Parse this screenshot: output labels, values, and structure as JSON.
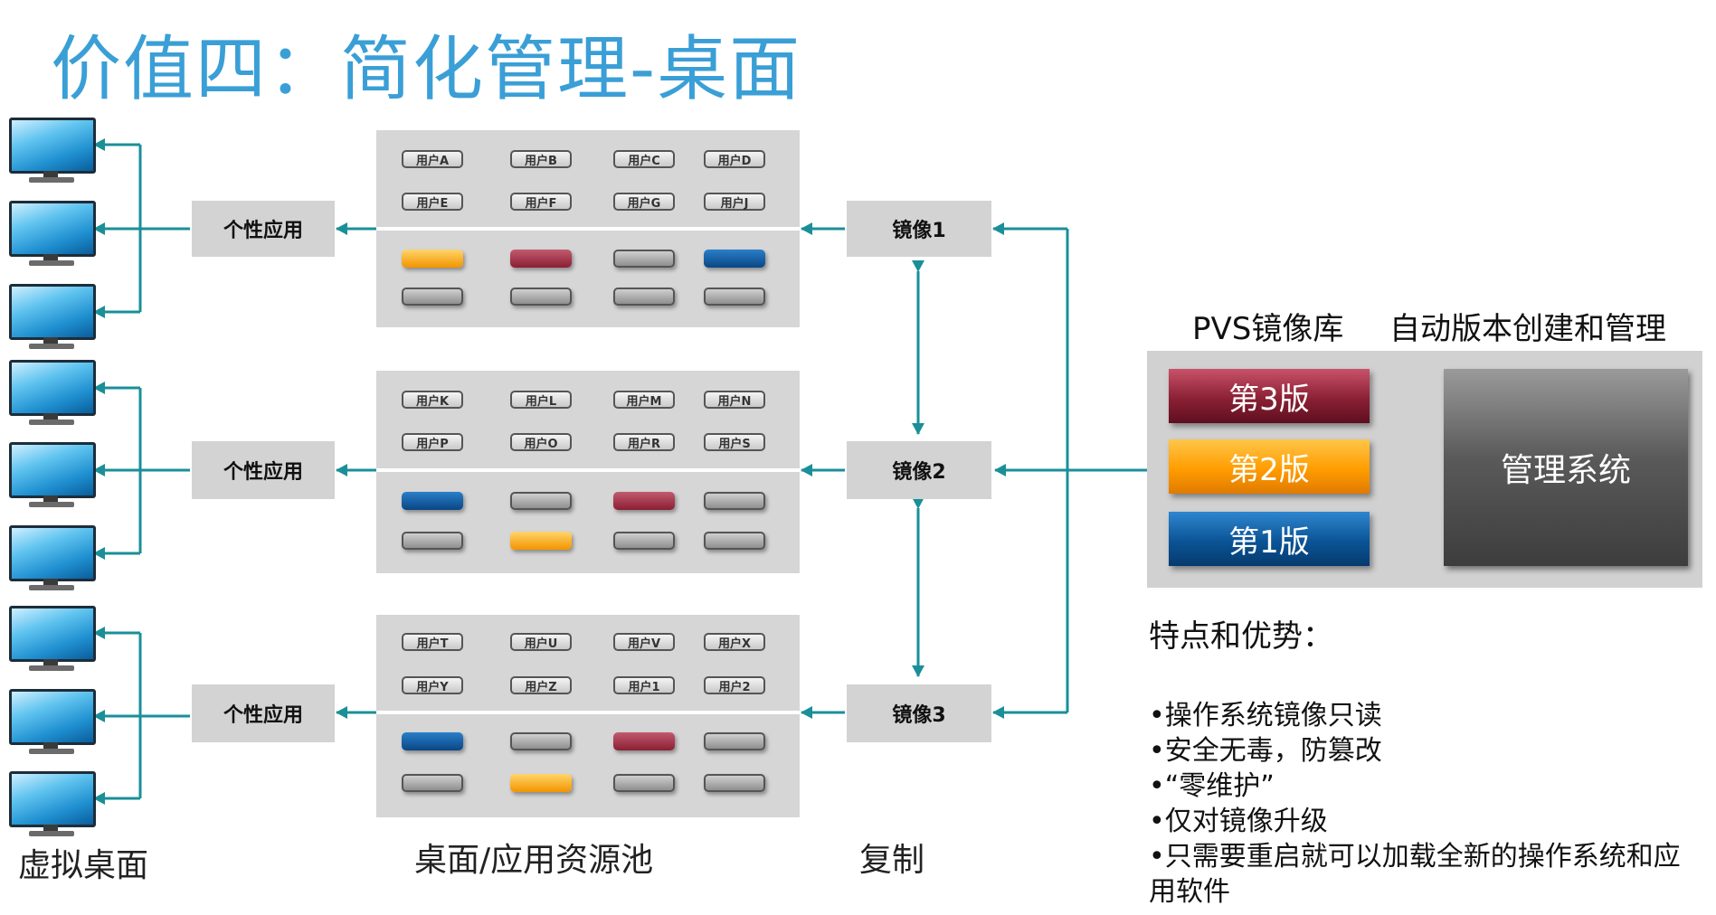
{
  "title": "价值四：简化管理-桌面",
  "captions": {
    "virtual_desktop": "虚拟桌面",
    "resource_pool": "桌面/应用资源池",
    "replicate": "复制"
  },
  "personal_app_label": "个性应用",
  "images": [
    "镜像1",
    "镜像2",
    "镜像3"
  ],
  "pools": [
    {
      "users": [
        "用户A",
        "用户B",
        "用户C",
        "用户D",
        "用户E",
        "用户F",
        "用户G",
        "用户J"
      ],
      "pills": [
        "orange",
        "red",
        "gray",
        "blue",
        "gray",
        "gray",
        "gray",
        "gray"
      ]
    },
    {
      "users": [
        "用户K",
        "用户L",
        "用户M",
        "用户N",
        "用户P",
        "用户O",
        "用户R",
        "用户S"
      ],
      "pills": [
        "blue",
        "gray",
        "red",
        "gray",
        "gray",
        "orange",
        "gray",
        "gray"
      ]
    },
    {
      "users": [
        "用户T",
        "用户U",
        "用户V",
        "用户X",
        "用户Y",
        "用户Z",
        "用户1",
        "用户2"
      ],
      "pills": [
        "blue",
        "gray",
        "red",
        "gray",
        "gray",
        "orange",
        "gray",
        "gray"
      ]
    }
  ],
  "pvs": {
    "library_label": "PVS镜像库",
    "auto_label": "自动版本创建和管理",
    "versions": [
      "第3版",
      "第2版",
      "第1版"
    ],
    "management": "管理系统"
  },
  "features": {
    "heading": "特点和优势：",
    "items": [
      "•操作系统镜像只读",
      "•安全无毒，防篡改",
      "•“零维护”",
      "•仅对镜像升级",
      "•只需要重启就可以加载全新的操作系统和应用软件"
    ]
  },
  "colors": {
    "title": "#3a9fd6",
    "arrow": "#1a8f98",
    "orange": "#f29400",
    "red": "#8a1f34",
    "blue": "#0a4685"
  }
}
